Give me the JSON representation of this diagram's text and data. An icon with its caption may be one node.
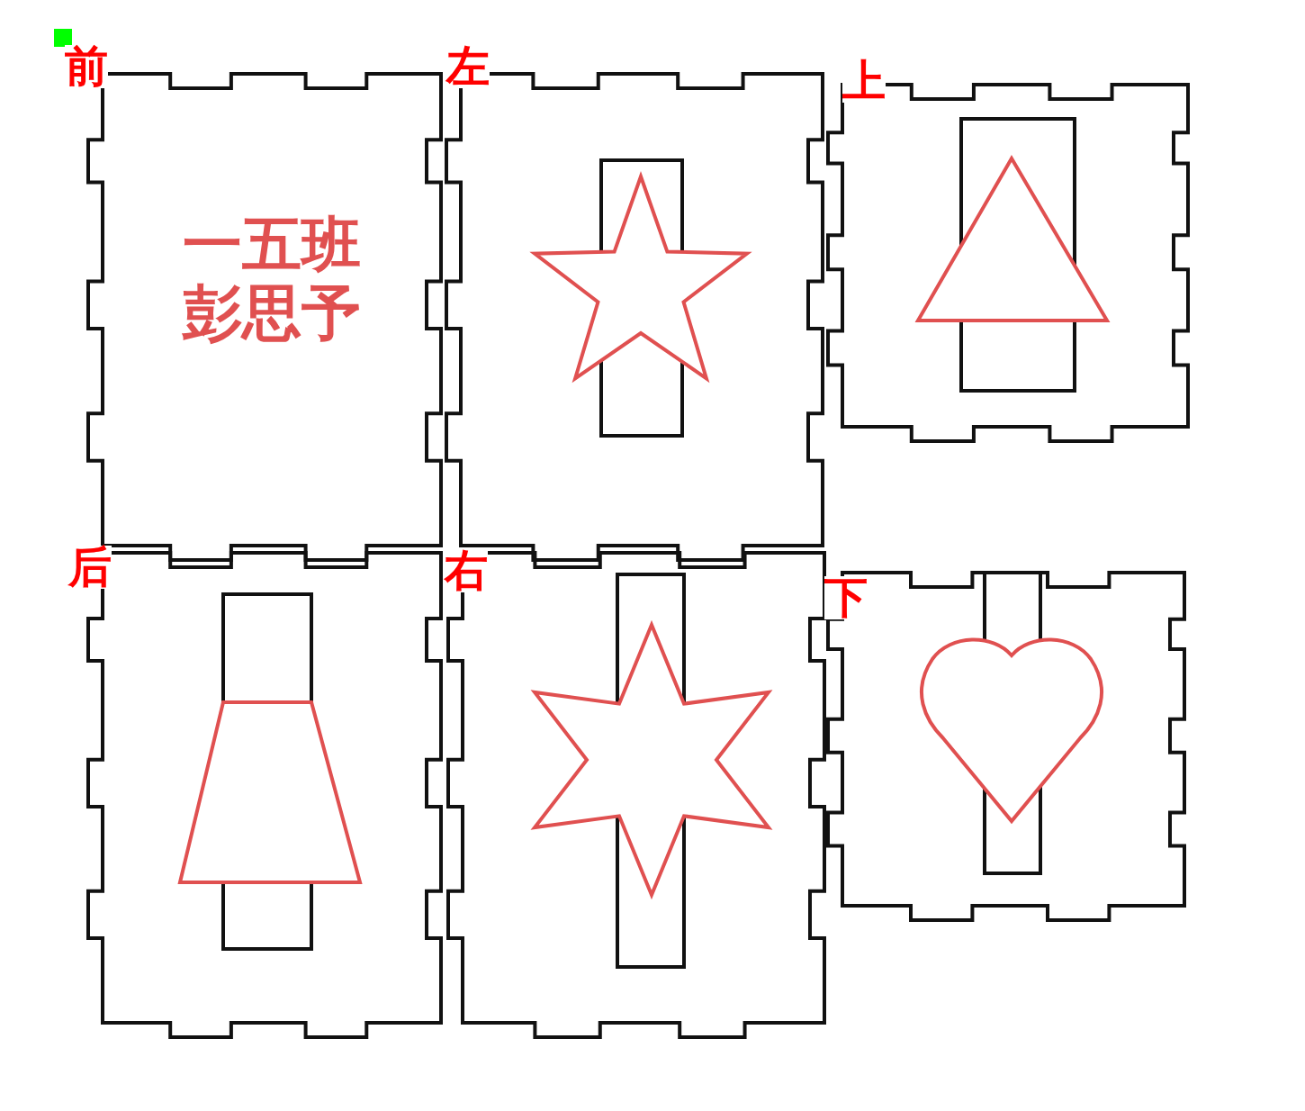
{
  "diagram": {
    "nodes": [
      {
        "text": [
          "前",
          "一五班彭思予"
        ]
      },
      {
        "text": [
          "左"
        ]
      },
      {
        "text": [
          "上"
        ]
      },
      {
        "text": [
          "后"
        ]
      },
      {
        "text": [
          "右"
        ]
      },
      {
        "text": [
          "下"
        ]
      }
    ]
  }
}
